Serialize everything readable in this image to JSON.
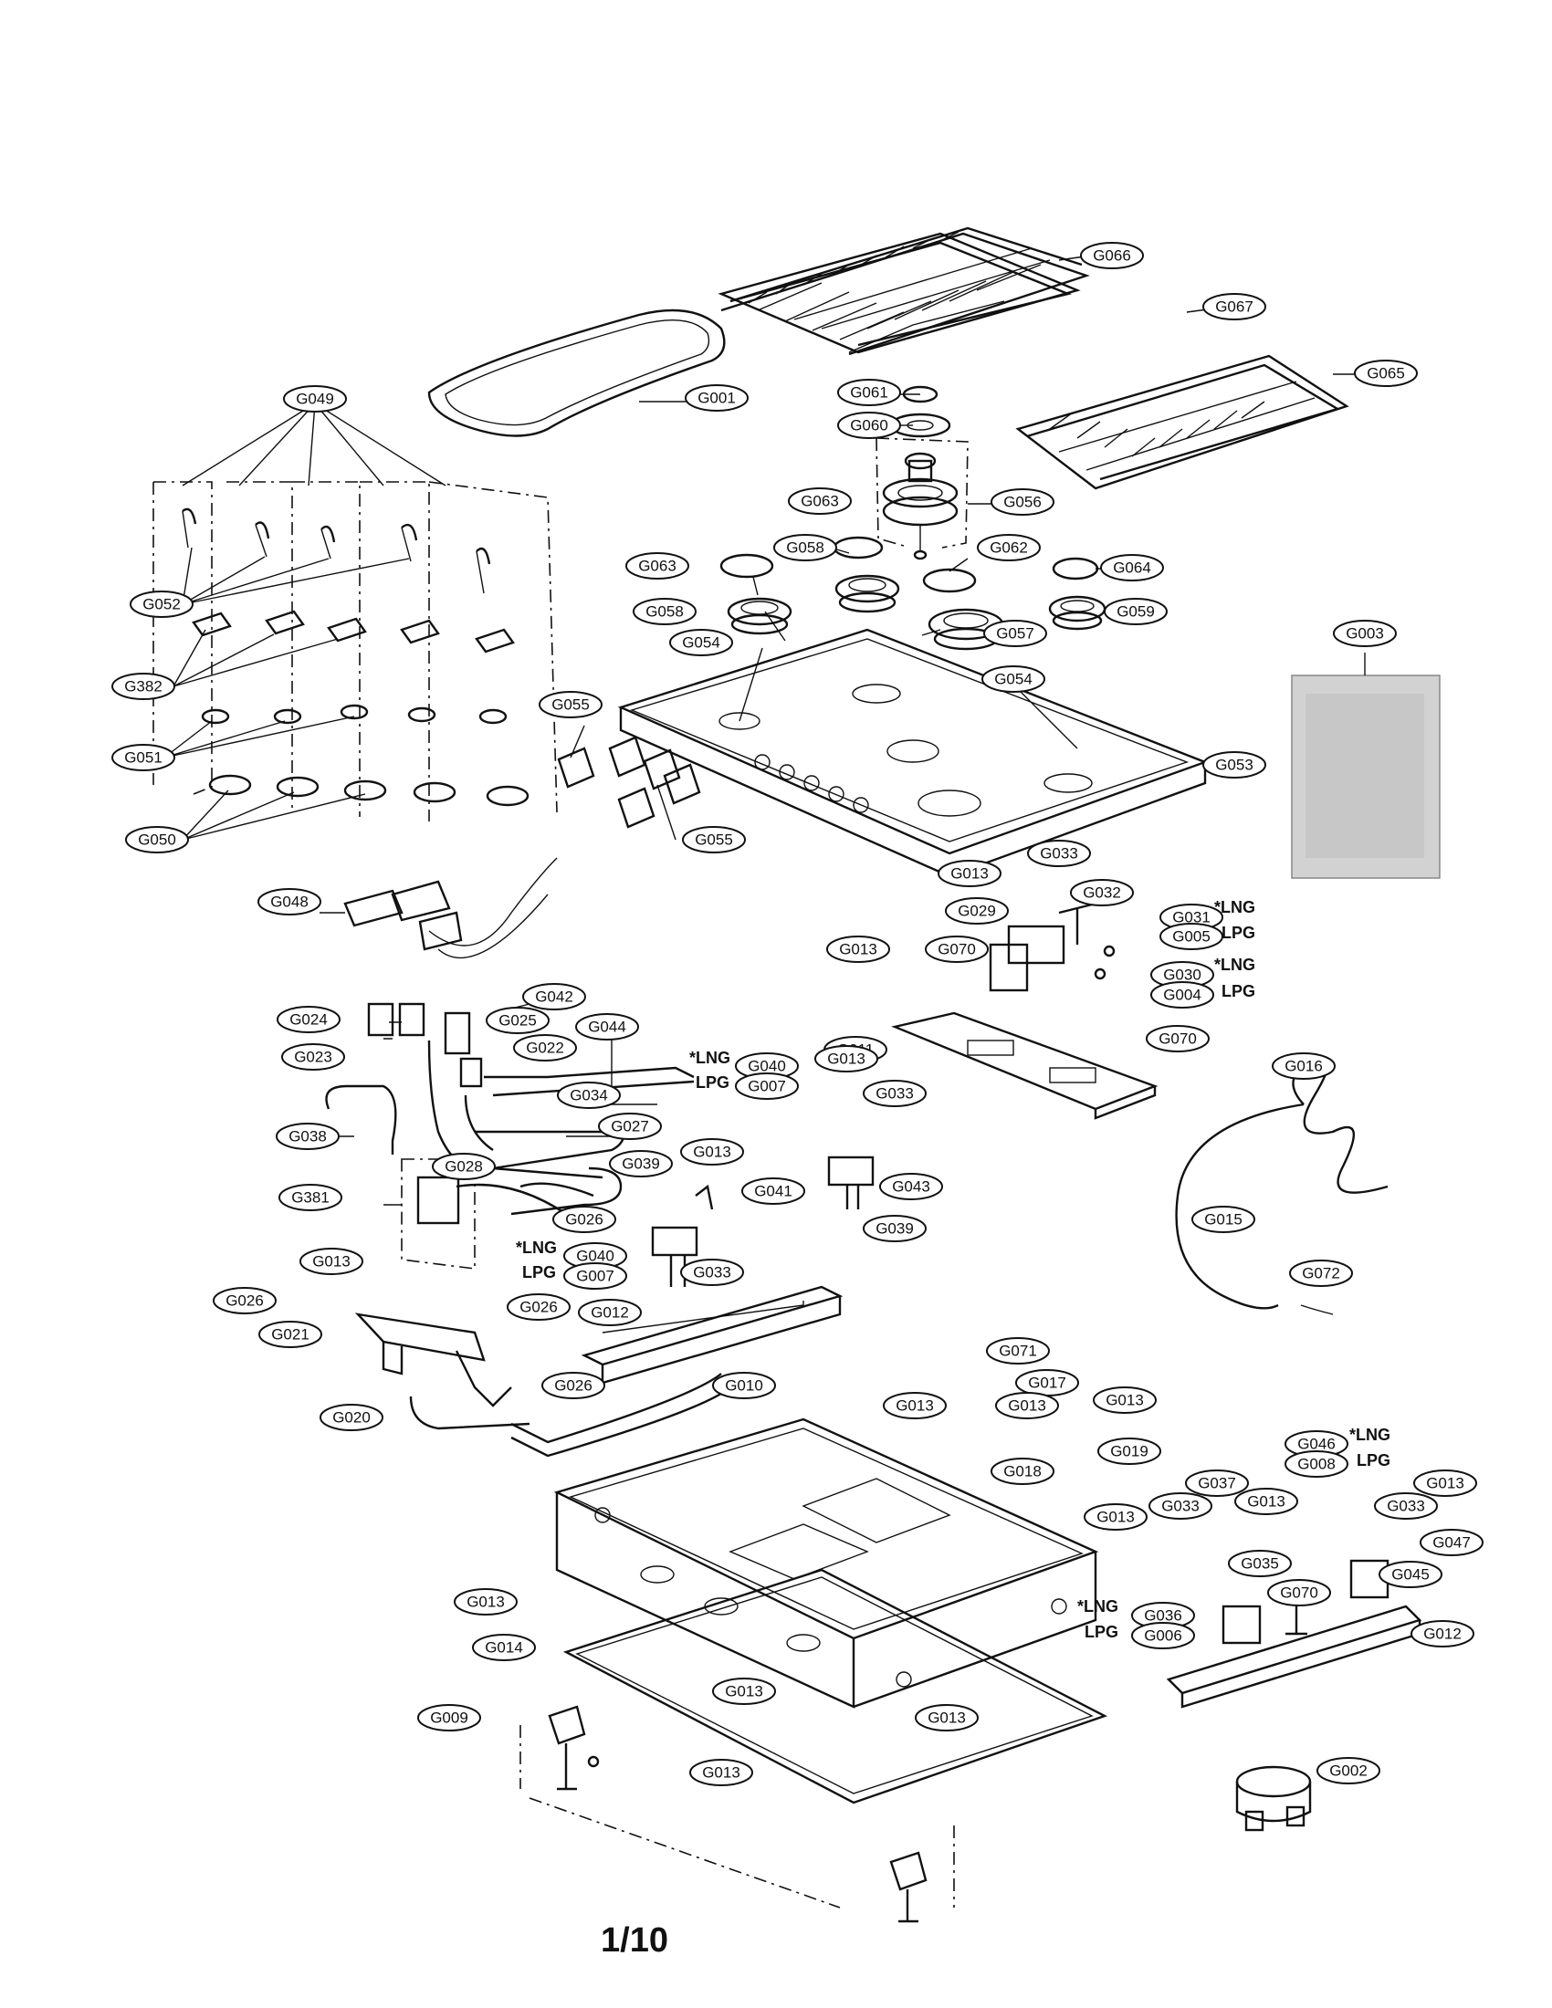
{
  "labels": {
    "g066": "G066",
    "g067": "G067",
    "g065": "G065",
    "g001": "G001",
    "g061": "G061",
    "g060": "G060",
    "g056": "G056",
    "g049": "G049",
    "g052": "G052",
    "g382": "G382",
    "g051": "G051",
    "g050": "G050",
    "g063a": "G063",
    "g063b": "G063",
    "g058a": "G058",
    "g058b": "G058",
    "g062": "G062",
    "g064": "G064",
    "g057": "G057",
    "g059": "G059",
    "g054a": "G054",
    "g054b": "G054",
    "g055a": "G055",
    "g055b": "G055",
    "g053": "G053",
    "g003": "G003",
    "g033a": "G033",
    "g013a": "G013",
    "g032": "G032",
    "g029": "G029",
    "g031": "G031",
    "g005": "G005",
    "g013b": "G013",
    "g070a": "G070",
    "g030": "G030",
    "g004": "G004",
    "g048": "G048",
    "g042": "G042",
    "g024": "G024",
    "g025": "G025",
    "g023": "G023",
    "g022": "G022",
    "g044": "G044",
    "g011": "G011",
    "g070b": "G070",
    "g040a": "G040",
    "g007a": "G007",
    "g013c": "G013",
    "g016": "G016",
    "g034": "G034",
    "g033b": "G033",
    "g027": "G027",
    "g038": "G038",
    "g028": "G028",
    "g039a": "G039",
    "g013d": "G013",
    "g043": "G043",
    "g041": "G041",
    "g039b": "G039",
    "g381": "G381",
    "g026a": "G026",
    "g015": "G015",
    "g040b": "G040",
    "g007b": "G007",
    "g013e": "G013",
    "g033c": "G033",
    "g072": "G072",
    "g026b": "G026",
    "g026c": "G026",
    "g012a": "G012",
    "g021": "G021",
    "g071": "G071",
    "g026d": "G026",
    "g017": "G017",
    "g010": "G010",
    "g013f": "G013",
    "g013g": "G013",
    "g013h": "G013",
    "g020": "G020",
    "g019": "G019",
    "g046": "G046",
    "g008": "G008",
    "g018": "G018",
    "g037": "G037",
    "g013i": "G013",
    "g013j": "G013",
    "g033d": "G033",
    "g013k": "G013",
    "g033e": "G033",
    "g047": "G047",
    "g035": "G035",
    "g045": "G045",
    "g013l": "G013",
    "g070c": "G070",
    "g036": "G036",
    "g006": "G006",
    "g014": "G014",
    "g012b": "G012",
    "g013m": "G013",
    "g009": "G009",
    "g013n": "G013",
    "g013o": "G013",
    "g002": "G002"
  },
  "notes": {
    "lng1": "*LNG",
    "lpg1": "LPG",
    "lng2": "*LNG",
    "lpg2": "LPG",
    "lng3": "*LNG",
    "lpg3": "LPG",
    "lng4": "*LNG",
    "lpg4": "LPG",
    "lng5": "*LNG",
    "lpg5": "LPG",
    "lng6": "*LNG",
    "lpg6": "LPG"
  },
  "page_marker": "1/10"
}
